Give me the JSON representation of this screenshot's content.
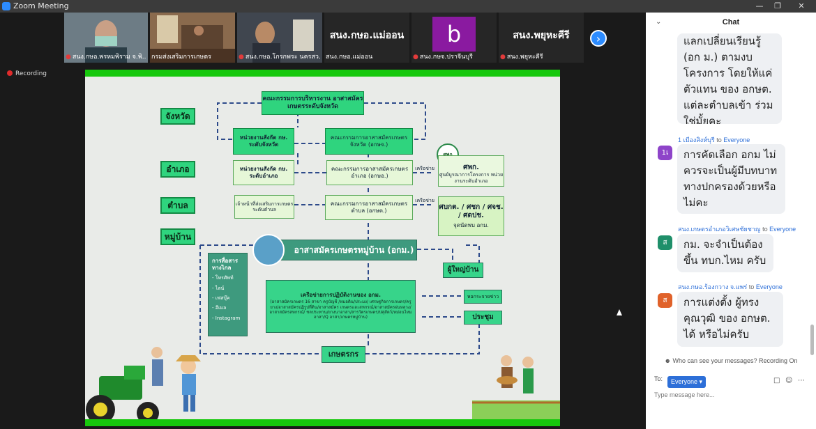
{
  "window": {
    "title": "Zoom Meeting"
  },
  "participants": [
    {
      "name": "สนง.กษอ.พรหมพิราม จ.พิ..."
    },
    {
      "name": "กรมส่งเสริมการเกษตร"
    },
    {
      "name": "สนง.กษอ.โกรกพระ นครสว..."
    },
    {
      "name": "สนง.กษอ.แม่ออน",
      "display": "สนง.กษอ.แม่ออน"
    },
    {
      "name": "สนง.กษจ.ปราจีนบุรี",
      "avatar": "b"
    },
    {
      "name": "สนง.พยุหะคีรี",
      "display": "สนง.พยุหะคีรี"
    }
  ],
  "recording": {
    "label": "Recording"
  },
  "slide": {
    "colors": {
      "green": "#2fd47e",
      "teal": "#3e9a7e"
    },
    "levels": [
      "จังหวัด",
      "อำเภอ",
      "ตำบล",
      "หมู่บ้าน"
    ],
    "top_committee": "คณะกรรมการบริหารงาน อาสาสมัครเกษตรระดับจังหวัด",
    "prov_agency": "หน่วยงานสังกัด กษ. ระดับจังหวัด",
    "prov_committee": "คณะกรรมการอาสาสมัครเกษตร จังหวัด (อกษจ.)",
    "dist_agency": "หน่วยงานสังกัด กษ. ระดับอำเภอ",
    "dist_committee": "คณะกรรมการอาสาสมัครเกษตร อำเภอ (อกษอ.)",
    "sub_agency": "เจ้าหน้าที่ส่งเสริมการเกษตร ระดับตำบล",
    "sub_committee": "คณะกรรมการอาสาสมัครเกษตร ตำบล (อกษต.)",
    "network1": "เครือข่าย",
    "network2": "เครือข่าย",
    "logo_text": "ศพก",
    "center_title": "ศพก.",
    "center_sub": "ศูนย์บูรณาการโครงการ หน่วยงานระดับอำเภอ",
    "center2": "ศบกต. / ศชก / ศจช. / ศดปช.",
    "center2_sub": "จุดนัดพบ อกม.",
    "village_vol": "อาสาสมัครเกษตรหมู่บ้าน (อกม.)",
    "comm_title": "การสื่อสาร ทางไกล",
    "comm_items": [
      "- โทรศัพท์",
      "- ไลน์",
      "- เฟสบุ๊ค",
      "- อีเมล",
      "- Instagram"
    ],
    "network_title": "เครือข่ายการปฏิบัติงานของ อกม.",
    "network_body": "(อาสาสมัครเกษตร 16 สาขา ครูบัญชี /หมอดิน/ประมง/ เศรษฐกิจการเกษตร/ครูยาง/อาสาสมัครปฏิรูปที่ดิน/อาสาสมัคร เกษตรและสหกรณ์/อาสาสมัครฝนหลวง/อาสาสมัครสหกรณ์/ ชลประทาน/ยางนาอาสา/สารวัตรเกษตร/ปศุสัตว์/หม่อนไหม อาสา/Q อาสา/เกษตรหมู่บ้าน)",
    "village_head": "ผู้ใหญ่บ้าน",
    "news_tower": "หอกระจายข่าว",
    "meeting": "ประชุม",
    "farmers": "เกษตรกร"
  },
  "chat": {
    "title": "Chat",
    "messages": [
      {
        "sender": "",
        "to": "",
        "avatar": "",
        "text": "โดยใช้เครือข่าย แลกเปลี่ยนเรียนรู้ (อกม.) ตามงบโครงการ โดยให้แค่ตัวแทน ของ อกษต. แต่ละตำบลเข้าร่วม ใช่มั้ยคะ",
        "color": ""
      },
      {
        "sender": "1 เมืองสิงห์บุรี",
        "to": "Everyone",
        "avatar": "1เ",
        "text": "การคัดเลือก อกม ไม่ควรจะเป็นผู้มีบทบาท ทางปกครองด้วยหรือไม่คะ",
        "color": "#8e44c9"
      },
      {
        "sender": "สนง.เกษตรอำเภอวิเศษชัยชาญ",
        "to": "Everyone",
        "avatar": "ส",
        "text": "กม. จะจำเป็นต้องขึ้น ทบก.ไหม ครับ",
        "color": "#1f8f6a"
      },
      {
        "sender": "สนง.กษอ.ร้องกวาง จ.แพร่",
        "to": "Everyone",
        "avatar": "ส",
        "text": "การแต่งตั้ง ผู้ทรง คุณวุฒิ ของ อกษต. ได้ หรือไม่ครับ",
        "color": "#e0622a"
      }
    ],
    "visible_first": "แลกเปลี่ยนเรียนรู้ (อก ม.) ตามงบโครงการ โดยให้แค่ตัวแทน ของ อกษต. แต่ละตำบลเข้า ร่วม ใช่มั้ยคะ",
    "who_can_see": "Who can see your messages? Recording On",
    "to_label": "To:",
    "recipient": "Everyone",
    "placeholder": "Type message here..."
  }
}
